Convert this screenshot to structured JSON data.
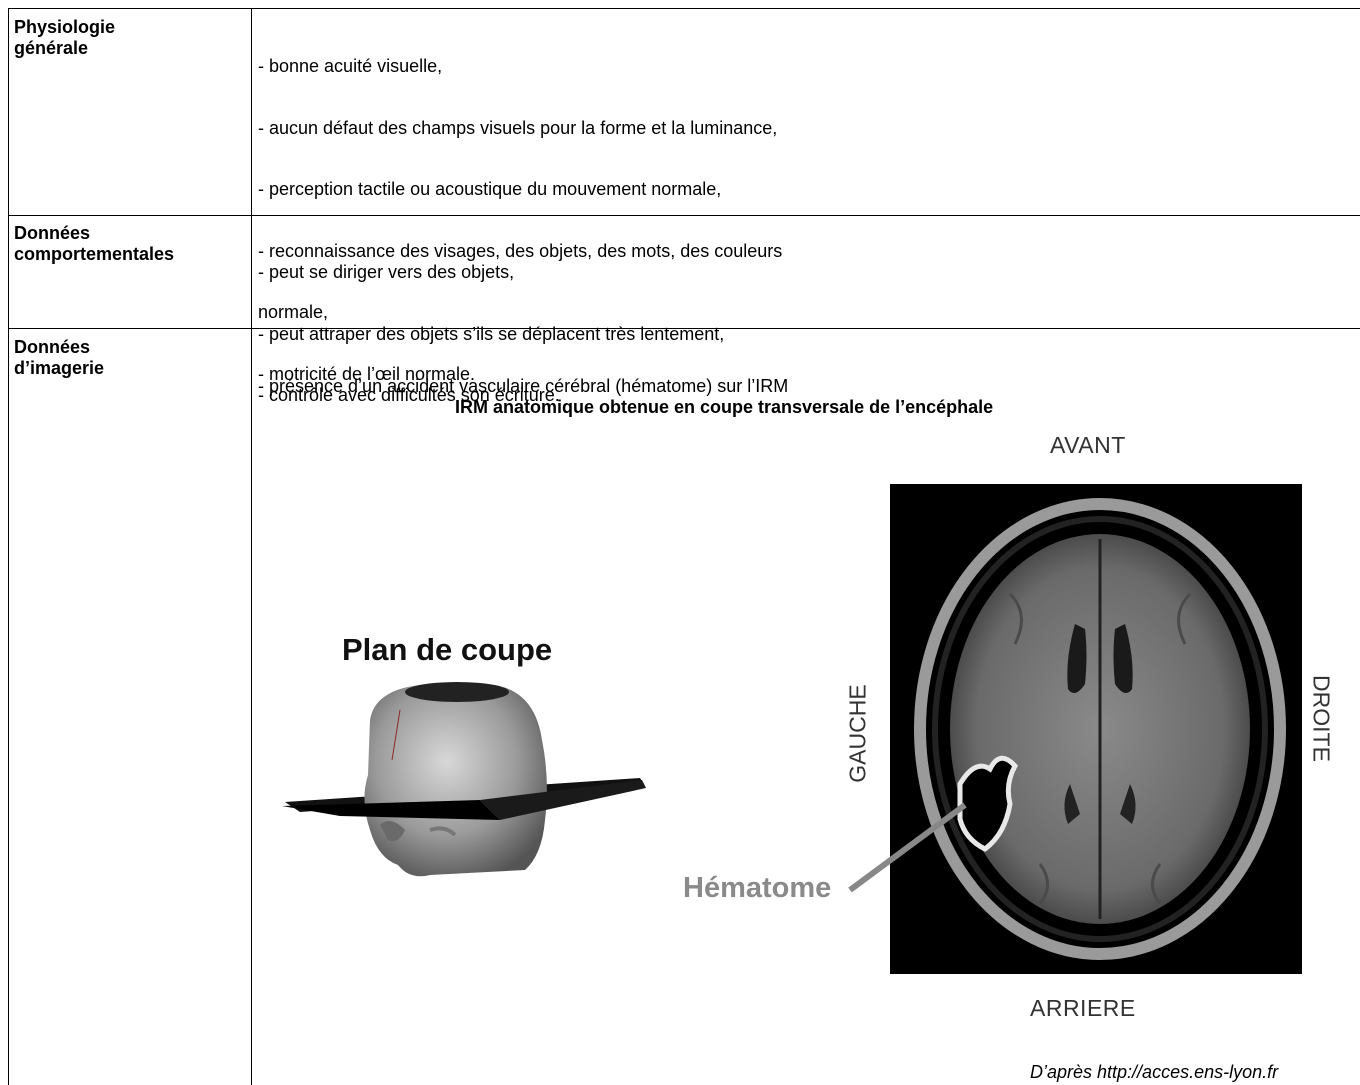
{
  "rows": [
    {
      "label": "Physiologie\ngénérale",
      "lines": [
        "- bonne acuité visuelle,",
        "- aucun défaut des champs visuels pour la forme et la luminance,",
        "- perception tactile ou acoustique du mouvement normale,",
        "- reconnaissance des visages, des objets, des mots, des couleurs",
        "normale,",
        "- motricité de l’œil normale."
      ]
    },
    {
      "label": "Données\ncomportementales",
      "lines": [
        "- peut se diriger vers des objets,",
        "- peut attraper des objets s’ils se déplacent très lentement,",
        "- contrôle avec difficultés son écriture."
      ]
    },
    {
      "label": "Données\nd’imagerie",
      "lines": [
        "- présence d’un accident vasculaire cérébral (hématome) sur l’IRM"
      ]
    }
  ],
  "figure": {
    "title": "IRM anatomique obtenue en coupe transversale de l’encéphale",
    "plan_label": "Plan de coupe",
    "front": "AVANT",
    "back": "ARRIERE",
    "left": "GAUCHE",
    "right": "DROITE",
    "hematoma": "Hématome",
    "source": "D’après http://acces.ens-lyon.fr"
  }
}
